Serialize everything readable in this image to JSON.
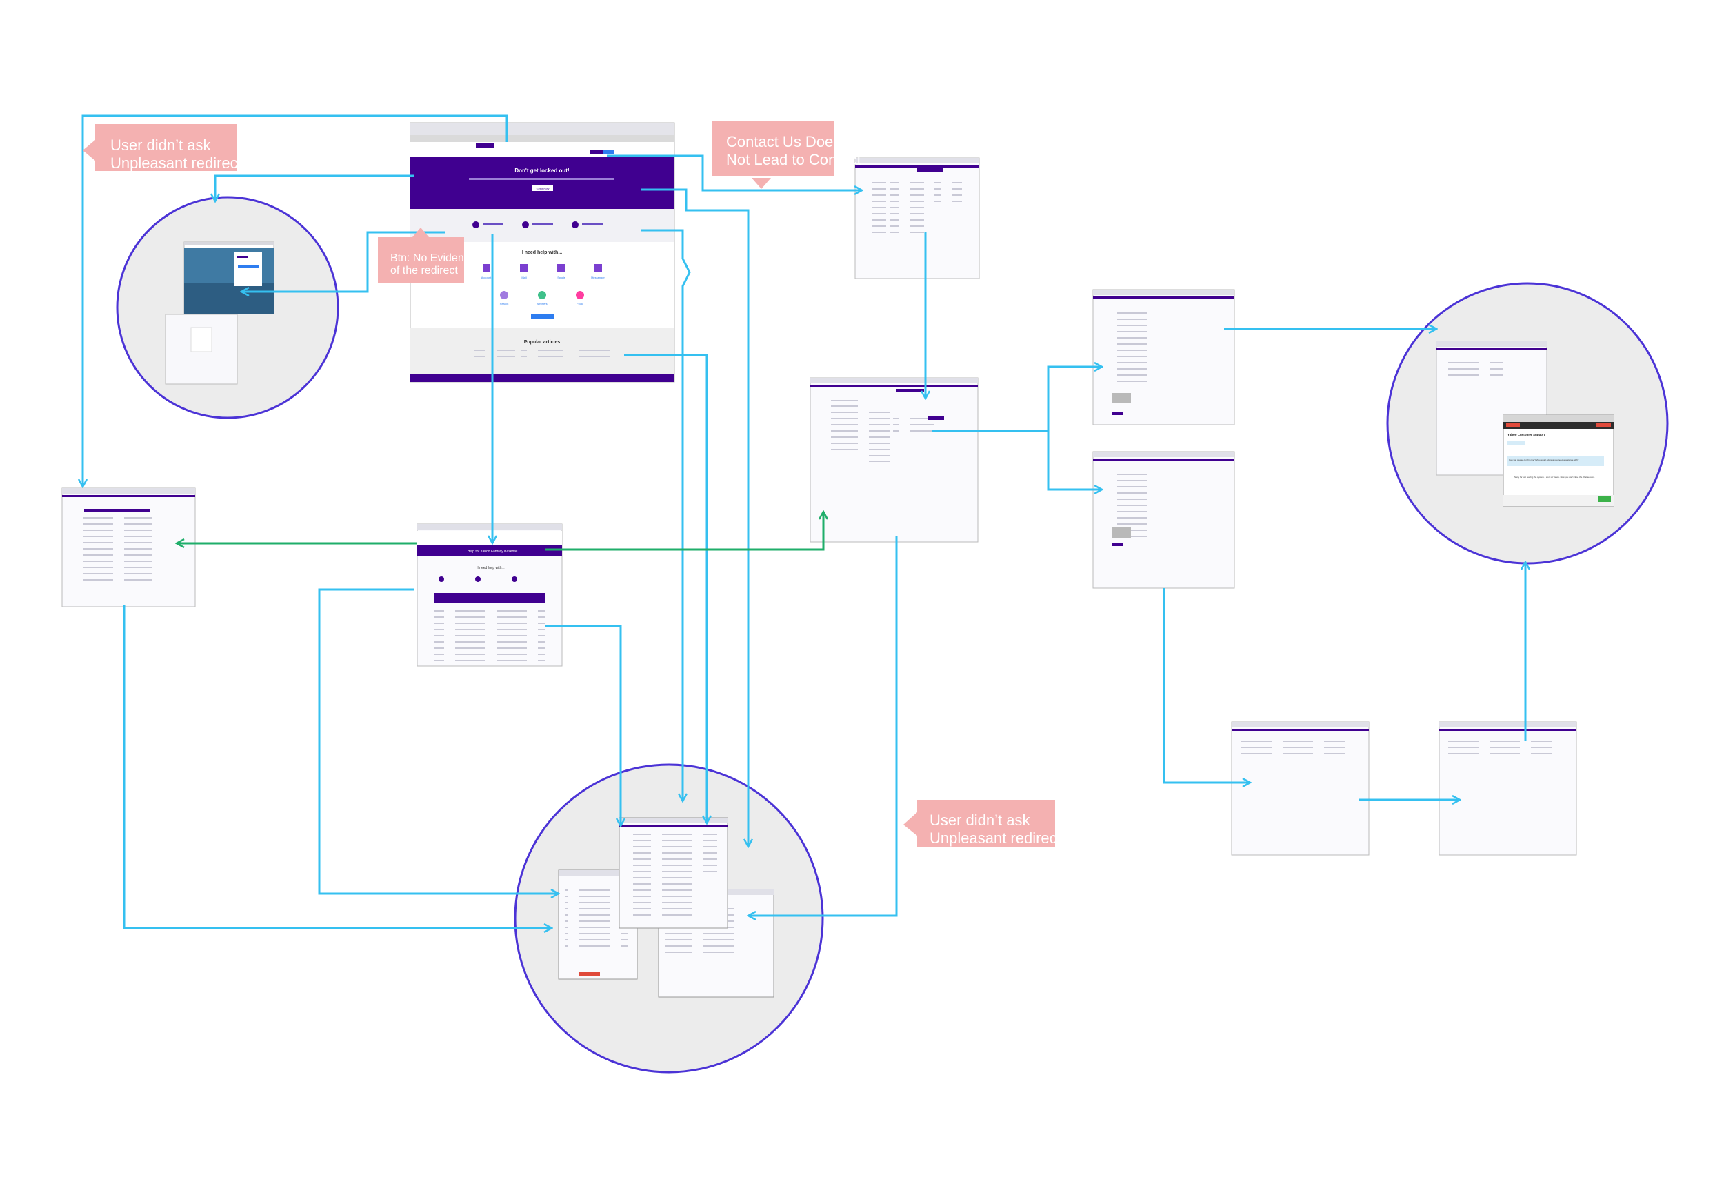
{
  "annotations": {
    "redirect_top_left": "User didn’t ask\nUnpleasant redirection",
    "contact_us": "Contact Us Does\nNot Lead to Contact",
    "btn_no_evidence": "Btn: No Evidence\nof the redirect",
    "redirect_bottom": "User didn’t ask\nUnpleasant redirection"
  },
  "main_page": {
    "hero_title": "Don't get locked out!",
    "hero_button": "Get it Now",
    "need_help": "I need help with...",
    "popular": "Popular articles",
    "categories": [
      "Account",
      "Mail",
      "Sports",
      "Messenger",
      "Search",
      "Answers",
      "Flickr"
    ]
  },
  "baseball_page": {
    "title": "Help for Yahoo Fantasy Baseball",
    "need_help": "I need help with..."
  },
  "chat_window": {
    "title": "Yahoo Customer Support",
    "message_1": "Can you please confirm the Yahoo email address you need assistance with?",
    "message_2": "Sorry for just leaving the system. I work at Yahoo. How you don't close the chat session."
  },
  "colors": {
    "arrow_blue": "#35c0f0",
    "arrow_green": "#1fae6a",
    "circle_stroke": "#4b33d6",
    "circle_fill": "#ececec",
    "yahoo_purple": "#400090",
    "note_pink": "#f4b1b1"
  }
}
